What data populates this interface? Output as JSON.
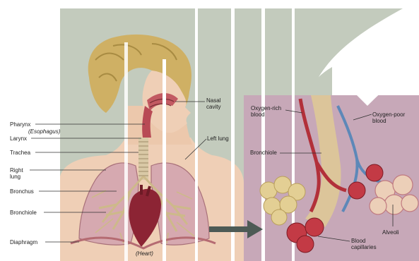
{
  "colors": {
    "background": "#ffffff",
    "panel_sage": "#c3cbbd",
    "panel_pink": "#c7a8b8",
    "skin": "#efcfb6",
    "hair": "#cfb064",
    "lung": "#d6a9b0",
    "heart": "#8c2434",
    "artery": "#b2303a",
    "vein": "#5d88b8",
    "arrow": "#4d5a55"
  },
  "body_labels": {
    "pharynx": "Pharynx",
    "esophagus": "(Esophagus)",
    "larynx": "Larynx",
    "trachea": "Trachea",
    "right_lung": "Right\nlung",
    "bronchus": "Bronchus",
    "bronchiole": "Bronchiole",
    "diaphragm": "Diaphragm",
    "heart": "(Heart)",
    "nasal_cavity": "Nasal\ncavity",
    "left_lung": "Left lung"
  },
  "inset_labels": {
    "oxygen_rich": "Oxygen-rich\nblood",
    "oxygen_poor": "Oxygen-poor\nblood",
    "bronchiole": "Bronchiole",
    "alveoli": "Alveoli",
    "capillaries": "Blood\ncapillaries"
  }
}
